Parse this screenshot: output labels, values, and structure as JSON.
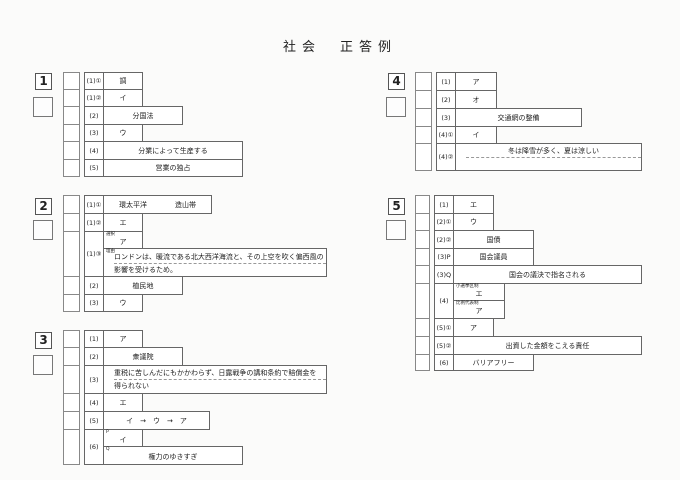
{
  "title": "社会　正答例",
  "sections": [
    {
      "number": "1",
      "rows": [
        {
          "label": "(1)①",
          "answers": [
            {
              "text": "調"
            }
          ]
        },
        {
          "label": "(1)②",
          "answers": [
            {
              "text": "イ"
            }
          ]
        },
        {
          "label": "(2)",
          "answers": [
            {
              "text": "分国法"
            }
          ]
        },
        {
          "label": "(3)",
          "answers": [
            {
              "text": "ウ"
            }
          ]
        },
        {
          "label": "(4)",
          "answers": [
            {
              "text": "分業によって生産する"
            }
          ]
        },
        {
          "label": "(5)",
          "answers": [
            {
              "text": "営業の独占"
            }
          ]
        }
      ]
    },
    {
      "number": "2",
      "rows": [
        {
          "label": "(1)①",
          "answers": [
            {
              "text": "環太平洋　　　　造山帯"
            }
          ]
        },
        {
          "label": "(1)②",
          "answers": [
            {
              "text": "エ"
            }
          ]
        },
        {
          "label": "(1)③",
          "answers": [
            {
              "tag": "選択",
              "text": "ア"
            },
            {
              "tag": "理由",
              "lines": [
                "ロンドンは、暖流である北大西洋海流と、その上空を吹く偏西風の",
                "影響を受けるため。"
              ]
            }
          ]
        },
        {
          "label": "(2)",
          "answers": [
            {
              "text": "植民地"
            }
          ]
        },
        {
          "label": "(3)",
          "answers": [
            {
              "text": "ウ"
            }
          ]
        }
      ]
    },
    {
      "number": "3",
      "rows": [
        {
          "label": "(1)",
          "answers": [
            {
              "text": "ア"
            }
          ]
        },
        {
          "label": "(2)",
          "answers": [
            {
              "text": "衆議院"
            }
          ]
        },
        {
          "label": "(3)",
          "answers": [
            {
              "lines": [
                "重税に苦しんだにもかかわらず、日露戦争の講和条約で賠償金を",
                "得られない"
              ]
            }
          ]
        },
        {
          "label": "(4)",
          "answers": [
            {
              "text": "エ"
            }
          ]
        },
        {
          "label": "(5)",
          "answers": [
            {
              "text": "イ　→　ウ　→　ア"
            }
          ]
        },
        {
          "label": "(6)",
          "answers": [
            {
              "tag": "P",
              "text": "イ"
            },
            {
              "tag": "Q",
              "text": "権力のゆきすぎ"
            }
          ]
        }
      ]
    },
    {
      "number": "4",
      "rows": [
        {
          "label": "(1)",
          "answers": [
            {
              "text": "ア"
            }
          ]
        },
        {
          "label": "(2)",
          "answers": [
            {
              "text": "オ"
            }
          ]
        },
        {
          "label": "(3)",
          "answers": [
            {
              "text": "交通網の整備"
            }
          ]
        },
        {
          "label": "(4)①",
          "answers": [
            {
              "text": "イ"
            }
          ]
        },
        {
          "label": "(4)②",
          "answers": [
            {
              "lines": [
                "冬は降雪が多く、夏は涼しい",
                ""
              ]
            }
          ]
        }
      ]
    },
    {
      "number": "5",
      "rows": [
        {
          "label": "(1)",
          "answers": [
            {
              "text": "エ"
            }
          ]
        },
        {
          "label": "(2)①",
          "answers": [
            {
              "text": "ウ"
            }
          ]
        },
        {
          "label": "(2)②",
          "answers": [
            {
              "text": "国債"
            }
          ]
        },
        {
          "label": "(3)P",
          "answers": [
            {
              "text": "国会議員"
            }
          ]
        },
        {
          "label": "(3)Q",
          "answers": [
            {
              "text": "国会の議決で指名される"
            }
          ]
        },
        {
          "label": "(4)",
          "answers": [
            {
              "tag": "小選挙区制",
              "text": "エ"
            },
            {
              "tag": "比例代表制",
              "text": "ア"
            }
          ]
        },
        {
          "label": "(5)①",
          "answers": [
            {
              "text": "ア"
            }
          ]
        },
        {
          "label": "(5)②",
          "answers": [
            {
              "text": "出資した金額をこえる責任"
            }
          ]
        },
        {
          "label": "(6)",
          "answers": [
            {
              "text": "バリアフリー"
            }
          ]
        }
      ]
    }
  ]
}
